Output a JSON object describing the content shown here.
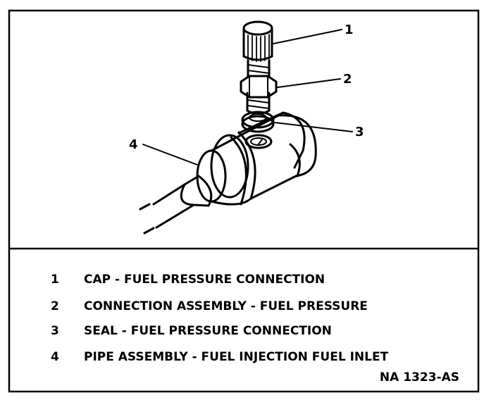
{
  "callouts": [
    "1",
    "2",
    "3",
    "4"
  ],
  "legend": [
    {
      "num": "1",
      "text": "CAP - FUEL PRESSURE CONNECTION"
    },
    {
      "num": "2",
      "text": "CONNECTION ASSEMBLY - FUEL PRESSURE"
    },
    {
      "num": "3",
      "text": "SEAL - FUEL PRESSURE CONNECTION"
    },
    {
      "num": "4",
      "text": "PIPE ASSEMBLY - FUEL INJECTION FUEL INLET"
    }
  ],
  "figure_id": "NA 1323-AS"
}
